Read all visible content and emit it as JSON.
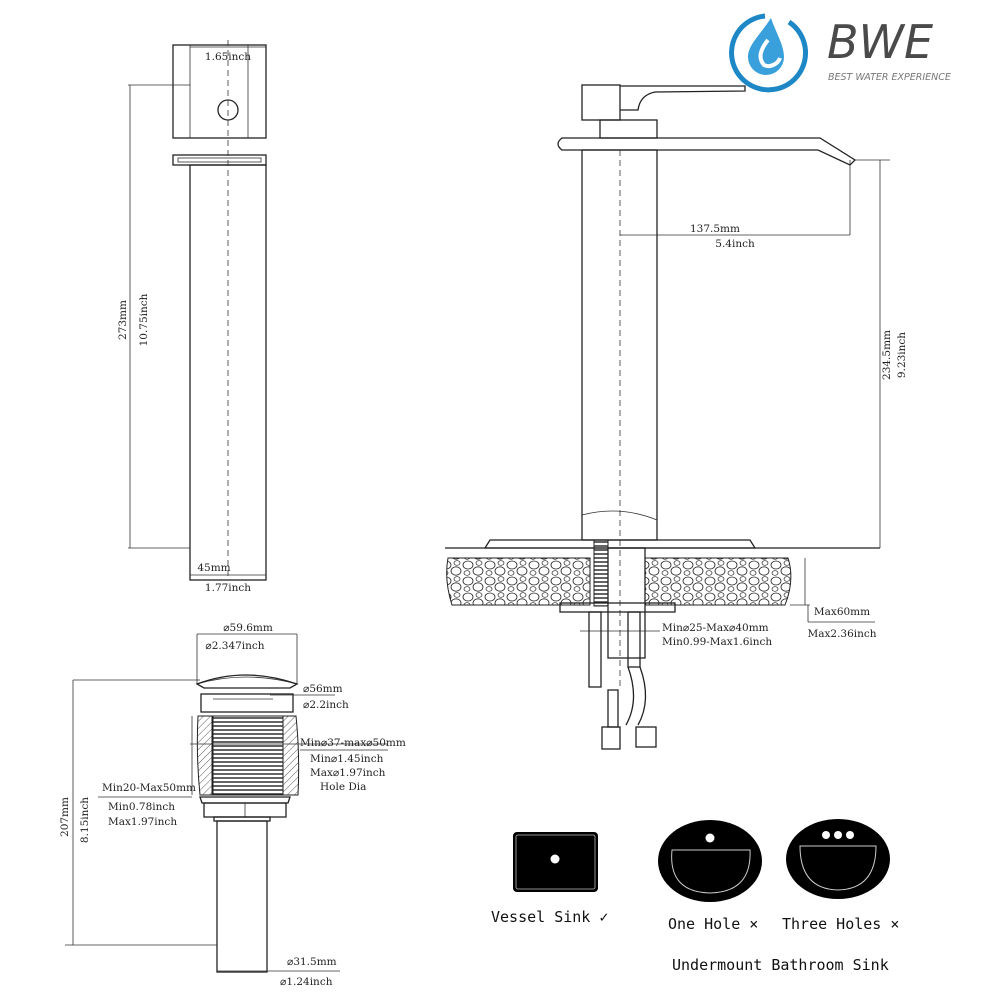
{
  "brand": {
    "name": "BWE",
    "tagline": "BEST WATER EXPERIENCE",
    "colors": {
      "primary": "#1e88c7",
      "text": "#4a4a4a"
    }
  },
  "side_view": {
    "top_width": "1.65inch",
    "height_mm": "273mm",
    "height_in": "10.75inch",
    "base_mm": "45mm",
    "base_in": "1.77inch"
  },
  "front_view": {
    "reach_mm": "137.5mm",
    "reach_in": "5.4inch",
    "spout_height_mm": "234.5mm",
    "spout_height_in": "9.23inch",
    "counter_max_mm": "Max60mm",
    "counter_max_in": "Max2.36inch",
    "hole_mm": "Min⌀25-Max⌀40mm",
    "hole_in": "Min0.99-Max1.6inch"
  },
  "drain": {
    "cap_mm": "⌀59.6mm",
    "cap_in": "⌀2.347inch",
    "flange_mm": "⌀56mm",
    "flange_in": "⌀2.2inch",
    "hole_mm": "Min⌀37-max⌀50mm",
    "hole_min_in": "Min⌀1.45inch",
    "hole_max_in": "Max⌀1.97inch",
    "hole_label": "Hole Dia",
    "thickness_mm": "Min20-Max50mm",
    "thickness_min_in": "Min0.78inch",
    "thickness_max_in": "Max1.97inch",
    "height_mm": "207mm",
    "height_in": "8.15inch",
    "pipe_mm": "⌀31.5mm",
    "pipe_in": "⌀1.24inch"
  },
  "sinks": {
    "vessel": "Vessel Sink ✓",
    "one_hole": "One Hole ×",
    "three_holes": "Three Holes ×",
    "undermount": "Undermount Bathroom Sink"
  }
}
